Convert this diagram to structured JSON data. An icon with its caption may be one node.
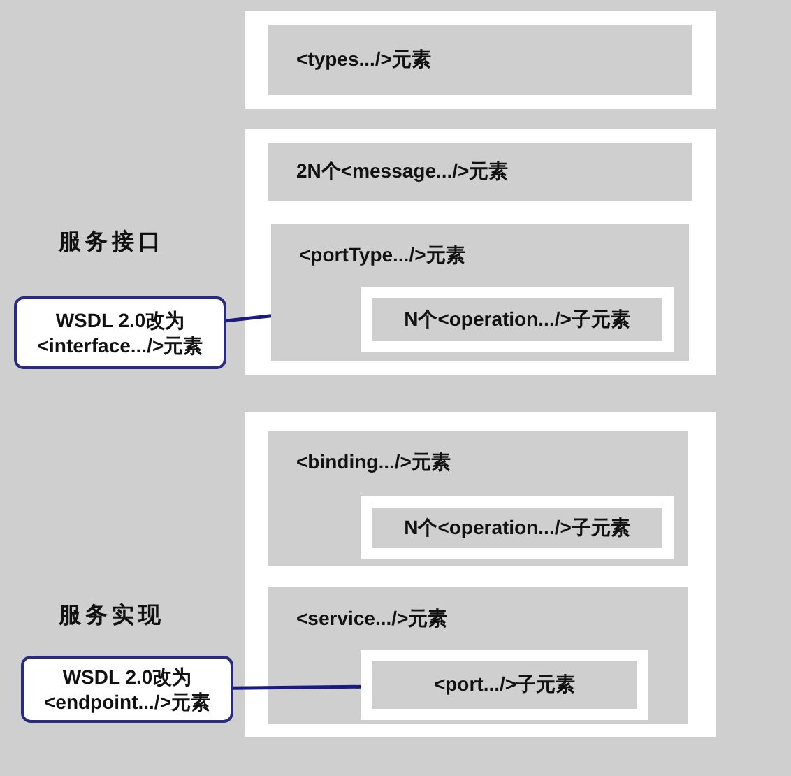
{
  "diagram": {
    "nodes": [
      {
        "text": [],
        "shape": "box"
      },
      {
        "text": [
          "<types.../>元素"
        ],
        "in": 0
      },
      {
        "text": [],
        "shape": "box"
      },
      {
        "text": [
          "2N个<message.../>元素"
        ],
        "in": 2
      },
      {
        "text": [
          "<portType.../>元素"
        ],
        "in": 2
      },
      {
        "text": [
          "N个<operation.../>子元素"
        ],
        "in": 4
      },
      {
        "text": [
          "WSDL 2.0改为 <interface.../>元素"
        ]
      },
      {
        "text": [],
        "shape": "box"
      },
      {
        "text": [
          "<binding.../>元素"
        ],
        "in": 7
      },
      {
        "text": [
          "N个<operation.../>子元素"
        ],
        "in": 8
      },
      {
        "text": [
          "<service.../>元素"
        ],
        "in": 7
      },
      {
        "text": [
          "<port.../>子元素"
        ],
        "in": 10
      },
      {
        "text": [
          "WSDL 2.0改为 <endpoint.../>元素"
        ]
      }
    ],
    "edges": [
      {
        "from": 6,
        "to": 4,
        "arrow": "none"
      },
      {
        "from": 12,
        "to": 11,
        "arrow": "none"
      }
    ],
    "labels": [
      "服务接口",
      "服务实现"
    ]
  }
}
